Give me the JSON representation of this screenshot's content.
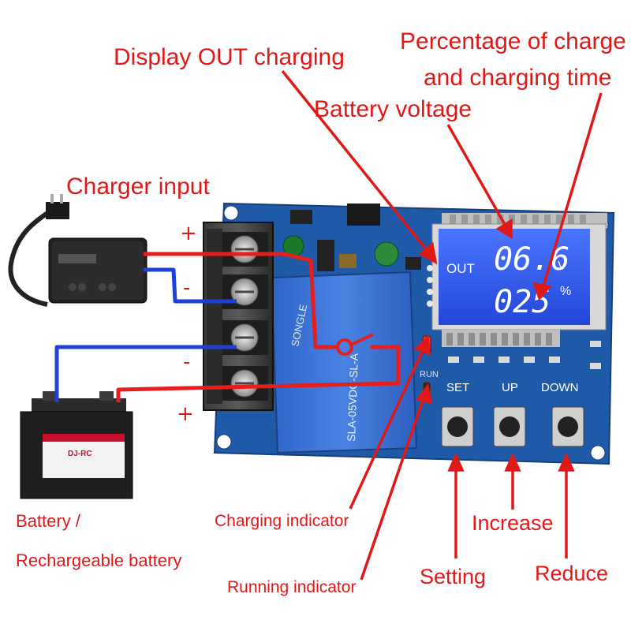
{
  "labels": {
    "display_out_charging": "Display OUT charging",
    "percentage_line1": "Percentage of charge",
    "percentage_line2": "and charging time",
    "battery_voltage": "Battery voltage",
    "charger_input": "Charger input",
    "battery_line1": "Battery /",
    "battery_line2": "Rechargeable battery",
    "charging_indicator": "Charging indicator",
    "running_indicator": "Running indicator",
    "setting": "Setting",
    "increase": "Increase",
    "reduce": "Reduce"
  },
  "polarity": {
    "charger_plus": "+",
    "charger_minus": "-",
    "battery_minus": "-",
    "battery_plus": "+"
  },
  "lcd": {
    "out": "OUT",
    "voltage": "06.6",
    "voltage_unit": "V",
    "percent": "025",
    "percent_unit": "%"
  },
  "board": {
    "set": "SET",
    "up": "UP",
    "down": "DOWN",
    "run": "RUN",
    "relay_brand": "SONGLE",
    "relay_model": "SLA-05VDC-SL-A",
    "battery_label": "DJ-RC"
  },
  "colors": {
    "label_red": "#e01818",
    "board_blue": "#1f5aa8",
    "lcd_blue": "#2f5cff",
    "wire_red": "#e61e1e",
    "wire_blue": "#1f3fd6"
  }
}
